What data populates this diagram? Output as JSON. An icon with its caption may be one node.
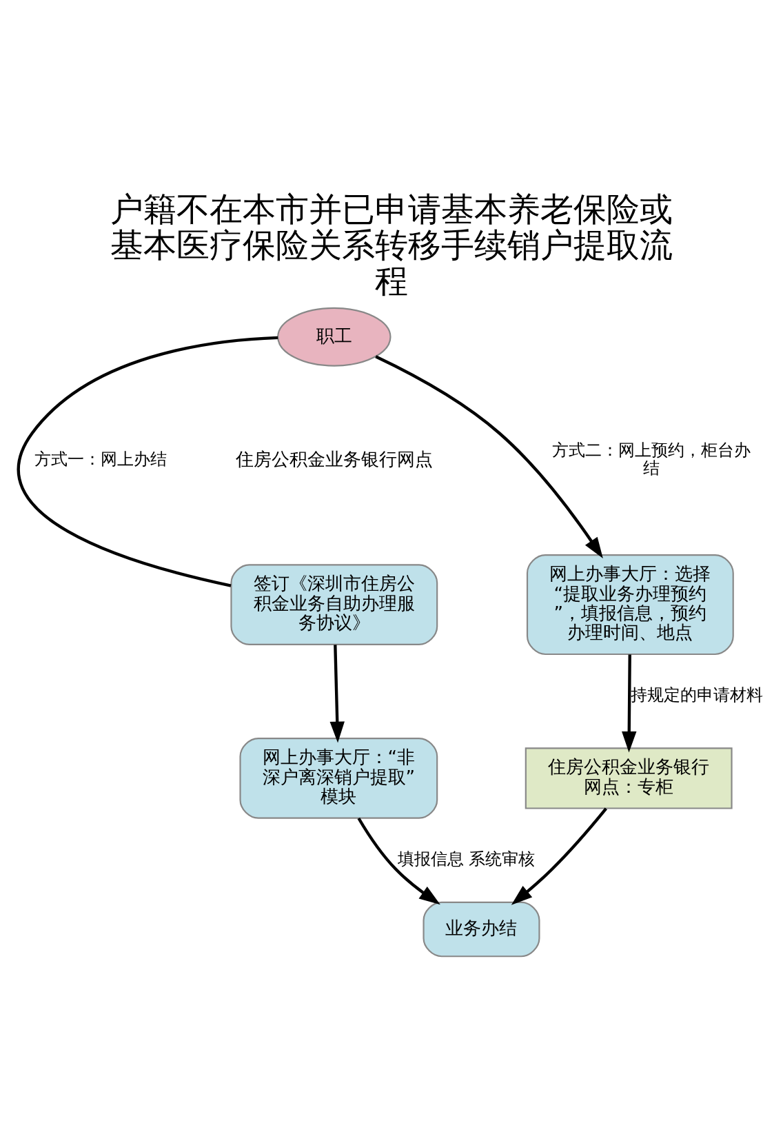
{
  "diagram": {
    "title": "户籍不在本市并已申请基本养老保险或基本医疗保险关系转移手续销户提取流程",
    "nodes": [
      {
        "text": [
          "职工"
        ]
      },
      {
        "text": [
          "签订《深圳市住房公积金业务自助办理服务协议》"
        ]
      },
      {
        "text": [
          "网上办事大厅：选择“提取业务办理预约”，填报信息，预约办理时间、地点"
        ]
      },
      {
        "text": [
          "网上办事大厅：“非深户离深销户提取”模块"
        ]
      },
      {
        "text": [
          "住房公积金业务银行网点：专柜"
        ]
      },
      {
        "text": [
          "业务办结"
        ]
      }
    ],
    "edges": [
      {
        "from": 0,
        "to": 1,
        "arrow": "none",
        "label": "方式一：网上办结"
      },
      {
        "from": 0,
        "to": 2,
        "arrow": "to",
        "label": "方式二：网上预约，柜台办结"
      },
      {
        "from": 1,
        "to": 3,
        "arrow": "to"
      },
      {
        "from": 2,
        "to": 4,
        "arrow": "to",
        "label": "持规定的申请材料"
      },
      {
        "from": 3,
        "to": 5,
        "arrow": "to",
        "label": "填报信息 系统审核"
      },
      {
        "from": 4,
        "to": 5,
        "arrow": "to"
      }
    ],
    "labels": [
      "住房公积金业务银行网点"
    ]
  }
}
